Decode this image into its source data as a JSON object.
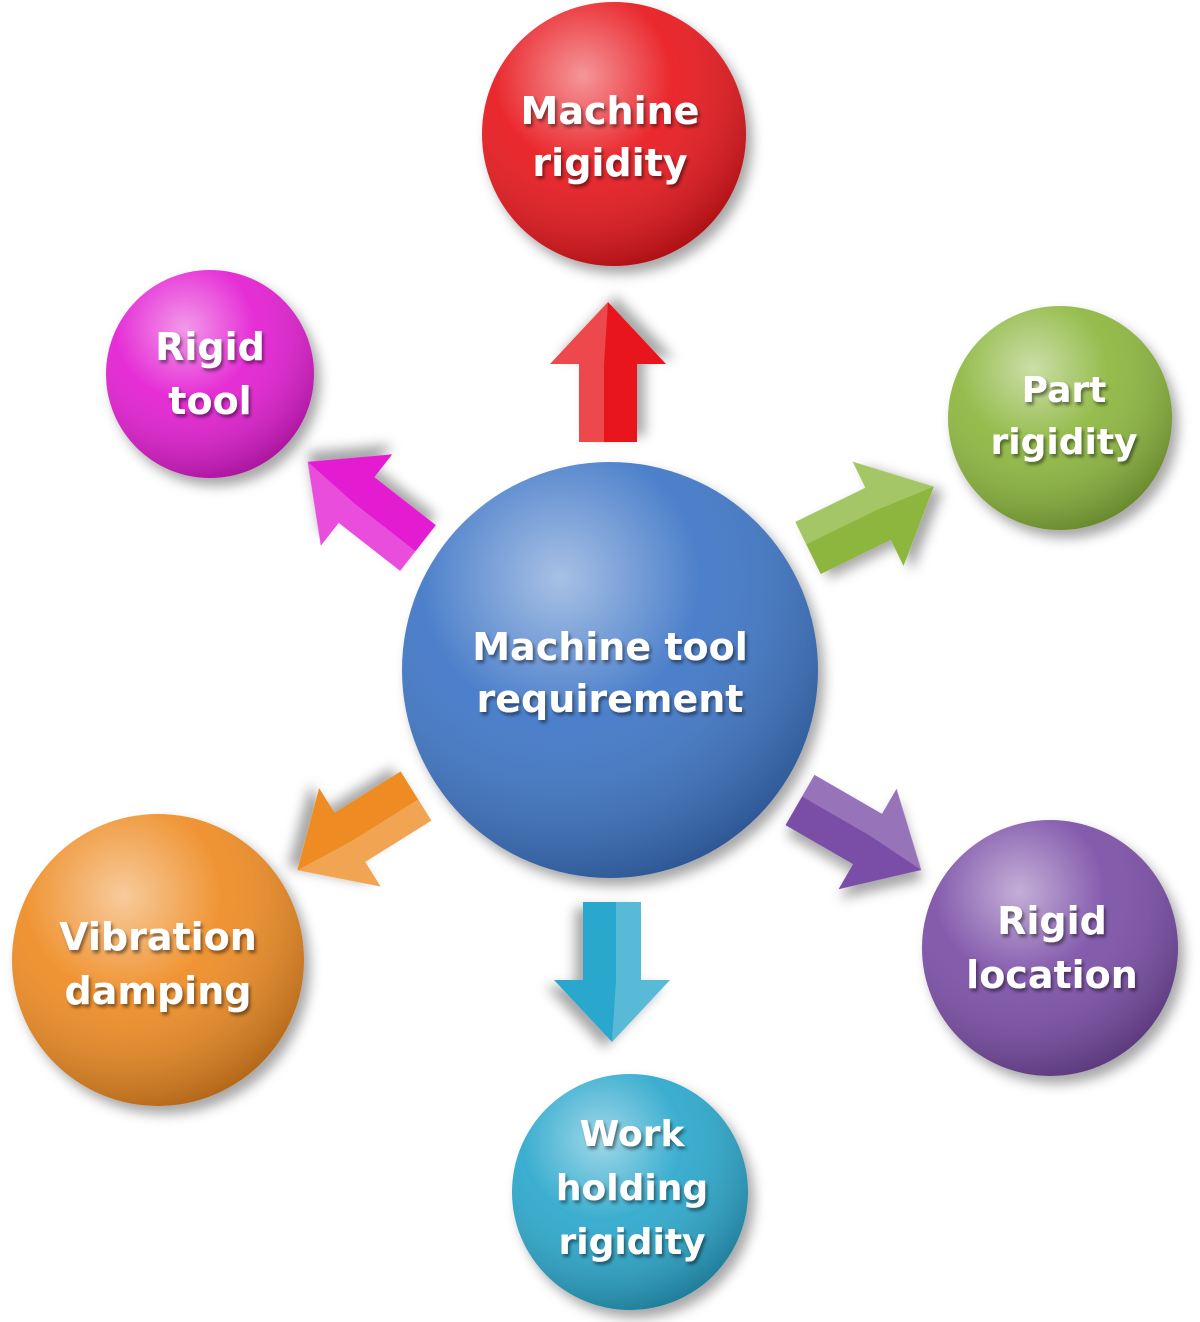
{
  "diagram": {
    "center": {
      "lines": [
        "Machine tool",
        "requirement"
      ],
      "color": "#3e74c6"
    },
    "nodes": [
      {
        "id": "machine-rigidity",
        "lines": [
          "Machine",
          "rigidity"
        ],
        "color": "#e8161c"
      },
      {
        "id": "part-rigidity",
        "lines": [
          "Part",
          "rigidity"
        ],
        "color": "#8cb63c"
      },
      {
        "id": "rigid-location",
        "lines": [
          "Rigid",
          "location"
        ],
        "color": "#7a4ea6"
      },
      {
        "id": "work-holding-rigidity",
        "lines": [
          "Work",
          "holding",
          "rigidity"
        ],
        "color": "#2aa7cc"
      },
      {
        "id": "vibration-damping",
        "lines": [
          "Vibration",
          "damping"
        ],
        "color": "#ee8b22"
      },
      {
        "id": "rigid-tool",
        "lines": [
          "Rigid",
          "tool"
        ],
        "color": "#e31fd2"
      }
    ]
  }
}
